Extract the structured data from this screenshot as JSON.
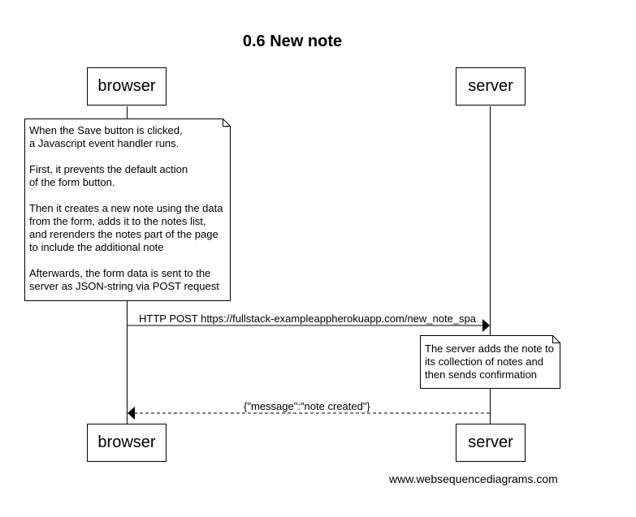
{
  "diagram": {
    "title": "0.6 New note",
    "participants": {
      "browser": "browser",
      "server": "server"
    },
    "notes": {
      "browser_note": "When the Save button is clicked,\na Javascript event handler runs.\n\nFirst, it prevents the default action\nof the form button.\n\nThen it creates a new note using the data\nfrom the form, adds it to the notes list,\nand rerenders the notes part of the page\nto include the additional note\n\nAfterwards, the form data is sent to the\nserver as JSON-string via POST request",
      "server_note": "The server adds the note to\nits collection of notes and\nthen sends confirmation"
    },
    "messages": {
      "post": "HTTP POST https://fullstack-exampleappherokuapp.com/new_note_spa",
      "response": "{\"message\":\"note created\"}"
    },
    "footer": "www.websequencediagrams.com"
  }
}
